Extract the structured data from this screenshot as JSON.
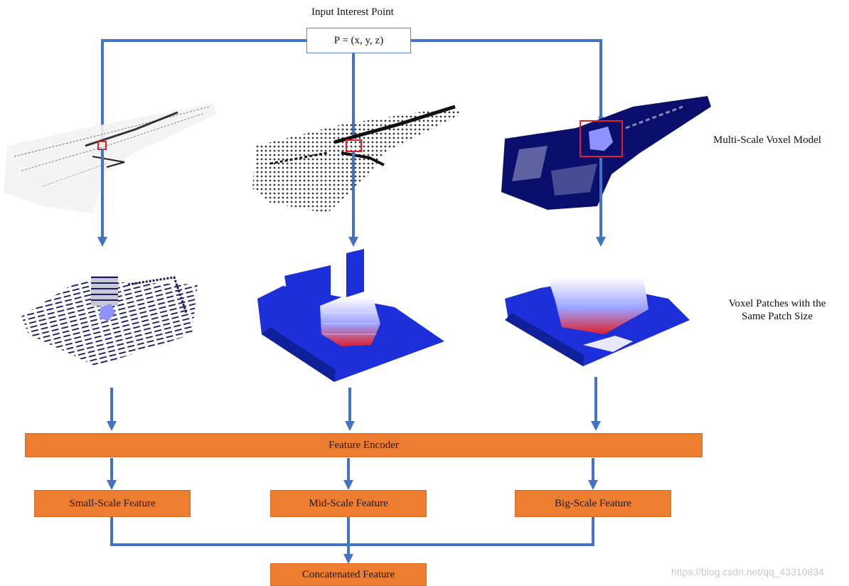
{
  "title": "Input Interest Point",
  "input_point": "P = (x, y, z)",
  "row_labels": {
    "voxel_model": "Multi-Scale Voxel Model",
    "patches_line1": "Voxel Patches with the",
    "patches_line2": "Same Patch Size"
  },
  "encoder": "Feature Encoder",
  "features": {
    "small": "Small-Scale Feature",
    "mid": "Mid-Scale Feature",
    "big": "Big-Scale Feature"
  },
  "concat": "Concatenated Feature",
  "watermark": "https://blog.csdn.net/qq_43310834",
  "colors": {
    "arrow": "#4472c4",
    "box_fill": "#ed7d31",
    "voxel_dark": "#0a0f6e",
    "voxel_blue": "#1c2fd8",
    "highlight_red": "#e0202a",
    "highlight_soft": "#8f93ff"
  }
}
